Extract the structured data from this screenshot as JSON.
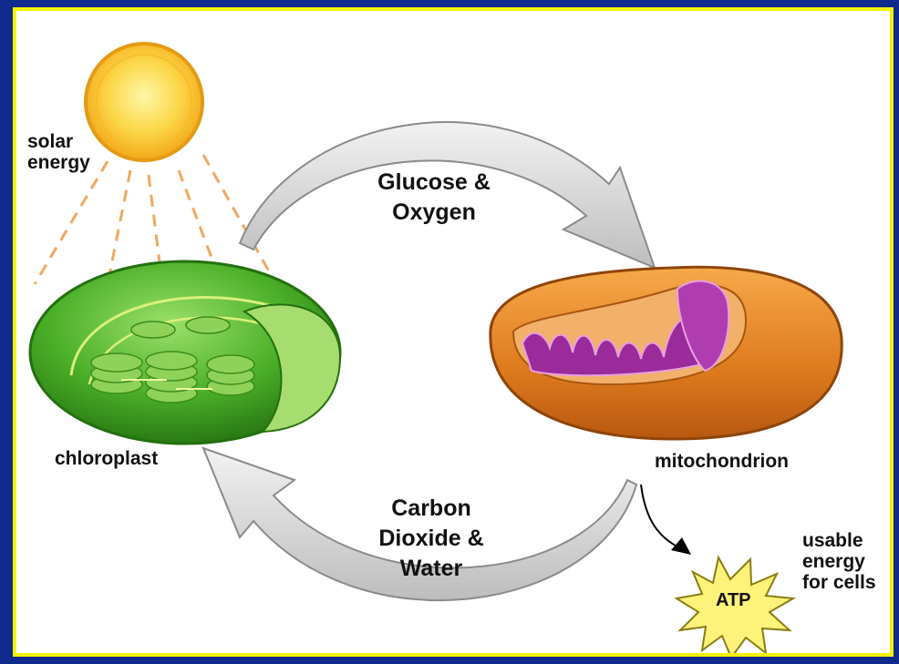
{
  "labels": {
    "solar_energy": "solar\nenergy",
    "glucose_oxygen": "Glucose &\nOxygen",
    "chloroplast": "chloroplast",
    "mitochondrion": "mitochondrion",
    "co2_water": "Carbon\nDioxide &\nWater",
    "atp": "ATP",
    "usable_energy": "usable\nenergy\nfor cells"
  },
  "colors": {
    "background": "#0f2a8c",
    "frame_border": "#f5f200",
    "sun": "#f9c21a",
    "chloroplast": "#4fb02a",
    "mitochondrion": "#d9741c",
    "cristae": "#9b2a9a",
    "arrow": "#cfcfcf",
    "atp_star": "#fdf27a"
  },
  "icons": [
    "sun-icon",
    "chloroplast-icon",
    "mitochondrion-icon",
    "atp-starburst-icon"
  ]
}
